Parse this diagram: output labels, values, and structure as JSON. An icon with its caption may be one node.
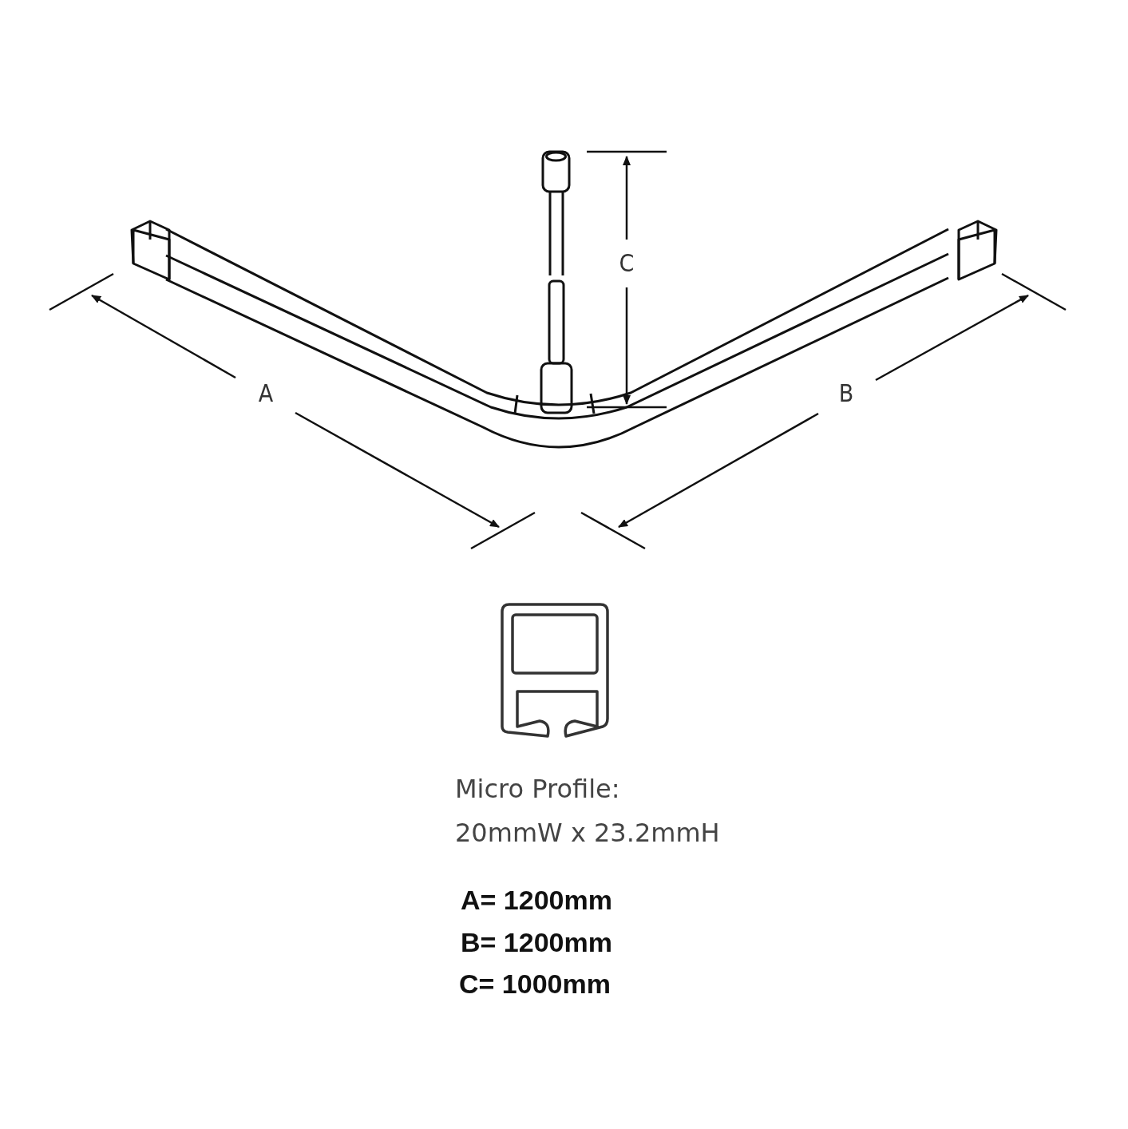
{
  "diagram": {
    "labels": [
      "C",
      "A",
      "B",
      "Micro Profile:",
      "20mmW x 23.2mmH",
      "A= 1200mm",
      "B= 1200mm",
      "C= 1000mm"
    ]
  }
}
